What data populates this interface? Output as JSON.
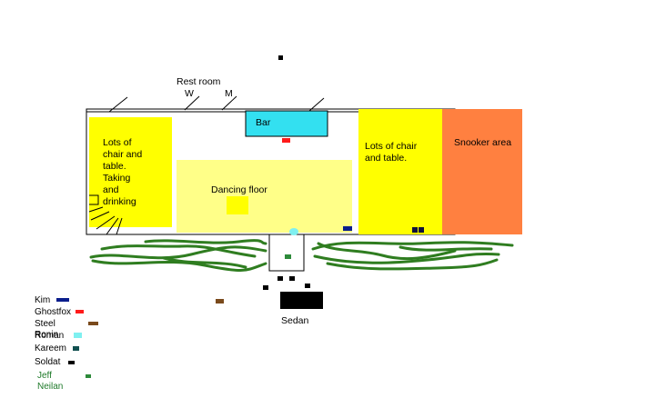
{
  "labels": {
    "restroom": "Rest room",
    "restroom_w": "W",
    "restroom_m": "M",
    "bar": "Bar",
    "left_area": "Lots of\nchair and\ntable.\nTaking\nand\ndrinking",
    "dancing_floor": "Dancing floor",
    "right_area": "Lots of chair\nand table.",
    "snooker": "Snooker area",
    "sedan": "Sedan"
  },
  "colors": {
    "bar": "#33e0f0",
    "seating": "#ffff00",
    "dance": "#ffff88",
    "snooker": "#ff8040",
    "hedge": "#2f7d20",
    "bar_marker": "#ff2020"
  },
  "legend": [
    {
      "name": "Kim",
      "color": "#0a1e8c",
      "text_color": "#000000"
    },
    {
      "name": "Ghostfox",
      "color": "#ff1a1a",
      "text_color": "#000000"
    },
    {
      "name": "Steel Ronin",
      "color": "#7a4a1c",
      "text_color": "#000000"
    },
    {
      "name": "Roman",
      "color": "#7ff0f0",
      "text_color": "#000000"
    },
    {
      "name": "Kareem",
      "color": "#115050",
      "text_color": "#000000"
    },
    {
      "name": "Soldat",
      "color": "#000000",
      "text_color": "#000000"
    },
    {
      "name": "Jeff Neilan",
      "color": "#2d8a3a",
      "text_color": "#1f7a2a"
    }
  ]
}
